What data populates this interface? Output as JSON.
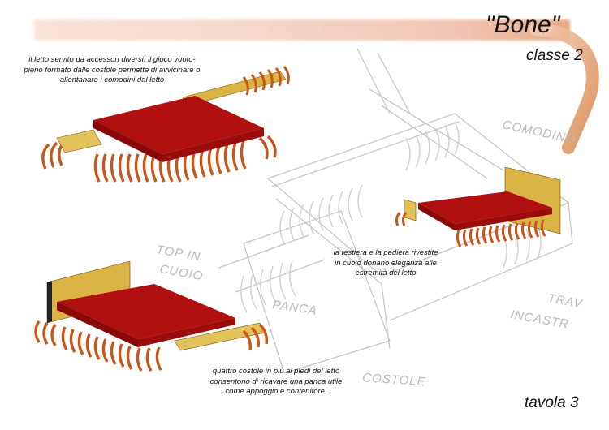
{
  "header": {
    "title": "\"Bone\"",
    "subtitle": "classe 2"
  },
  "captions": {
    "accessories": "il letto servito da accessori diversi: il gioco vuoto-pieno formato dalle costole permette di avvicinare o allontanare i comodini dal letto",
    "headboard": "la testiera e la pediera rivestite in cuoio donano eleganza alle estremità del letto",
    "bench": "quattro costole in più ai piedi del letto consentono di ricavare una panca utile come appoggio e contenitore."
  },
  "sketch_labels": {
    "comodino": "COMODINO",
    "top_in_cuoio_1": "TOP IN",
    "top_in_cuoio_2": "CUOIO",
    "panca": "PANCA",
    "trav_1": "TRAV",
    "trav_2": "INCASTR",
    "costole": "COSTOLE"
  },
  "footer": {
    "label": "tavola 3"
  },
  "colors": {
    "mattress": "#b01010",
    "ribs": "#c8561a",
    "leather": "#d9b445",
    "sketch": "#bdbdbd"
  }
}
